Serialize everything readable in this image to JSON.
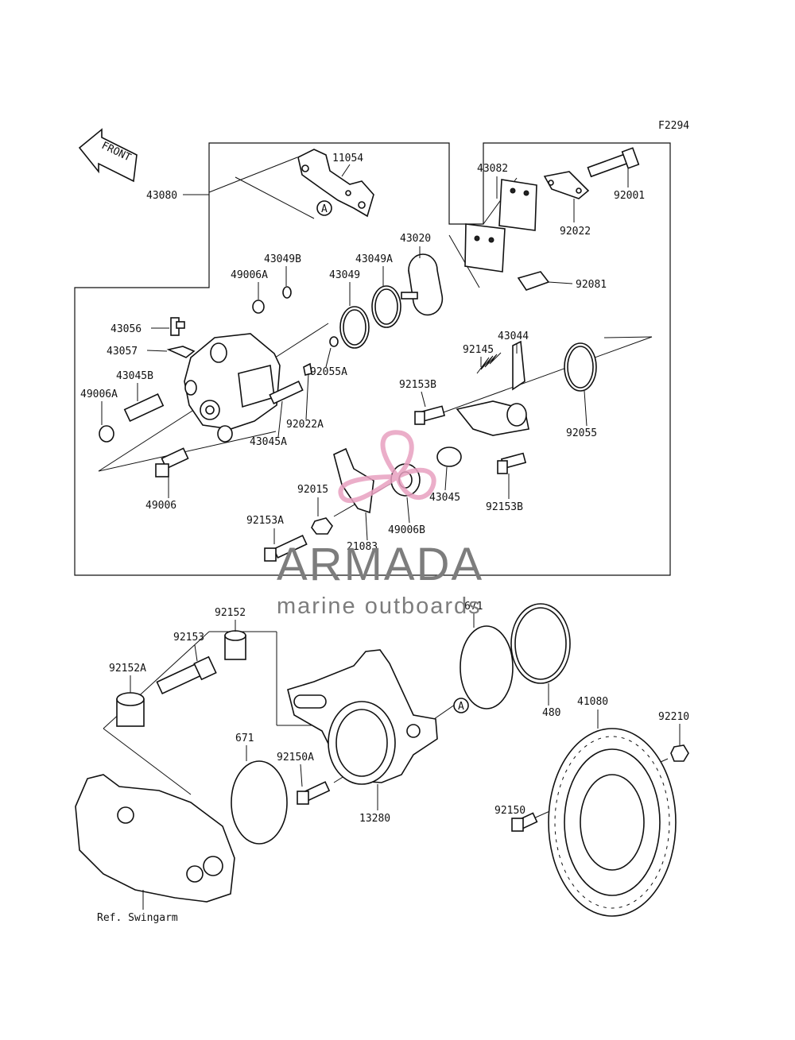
{
  "diagram_code": "F2294",
  "front_arrow": {
    "label": "FRONT",
    "icon": "front-arrow-icon"
  },
  "part_labels": {
    "p11054": "11054",
    "p43080": "43080",
    "p43082": "43082",
    "p92001": "92001",
    "p92022": "92022",
    "p43020": "43020",
    "p43049A": "43049A",
    "p43049B": "43049B",
    "p43049": "43049",
    "p49006A_top": "49006A",
    "p92081": "92081",
    "p43056": "43056",
    "p43057": "43057",
    "p43044": "43044",
    "p92145": "92145",
    "p43045B": "43045B",
    "p49006A_left": "49006A",
    "p92055A": "92055A",
    "p92153B_top": "92153B",
    "p92022A": "92022A",
    "p43045A": "43045A",
    "p92055": "92055",
    "p49006": "49006",
    "p92015": "92015",
    "p43045": "43045",
    "p92153B_right": "92153B",
    "p92153A": "92153A",
    "p49006B": "49006B",
    "p21083": "21083",
    "p92152": "92152",
    "p671_top": "671",
    "p92153": "92153",
    "p92152A": "92152A",
    "p480": "480",
    "p41080": "41080",
    "p92210": "92210",
    "p671_left": "671",
    "p92150A": "92150A",
    "p13280": "13280",
    "p92150": "92150"
  },
  "reference_marker": "A",
  "swingarm_ref": "Ref. Swingarm",
  "watermark": {
    "brand": "ARMADA",
    "tagline": "marine outboards",
    "logo_colors": {
      "pink": "#e8a0c0",
      "gray": "#7d7d7d"
    }
  }
}
